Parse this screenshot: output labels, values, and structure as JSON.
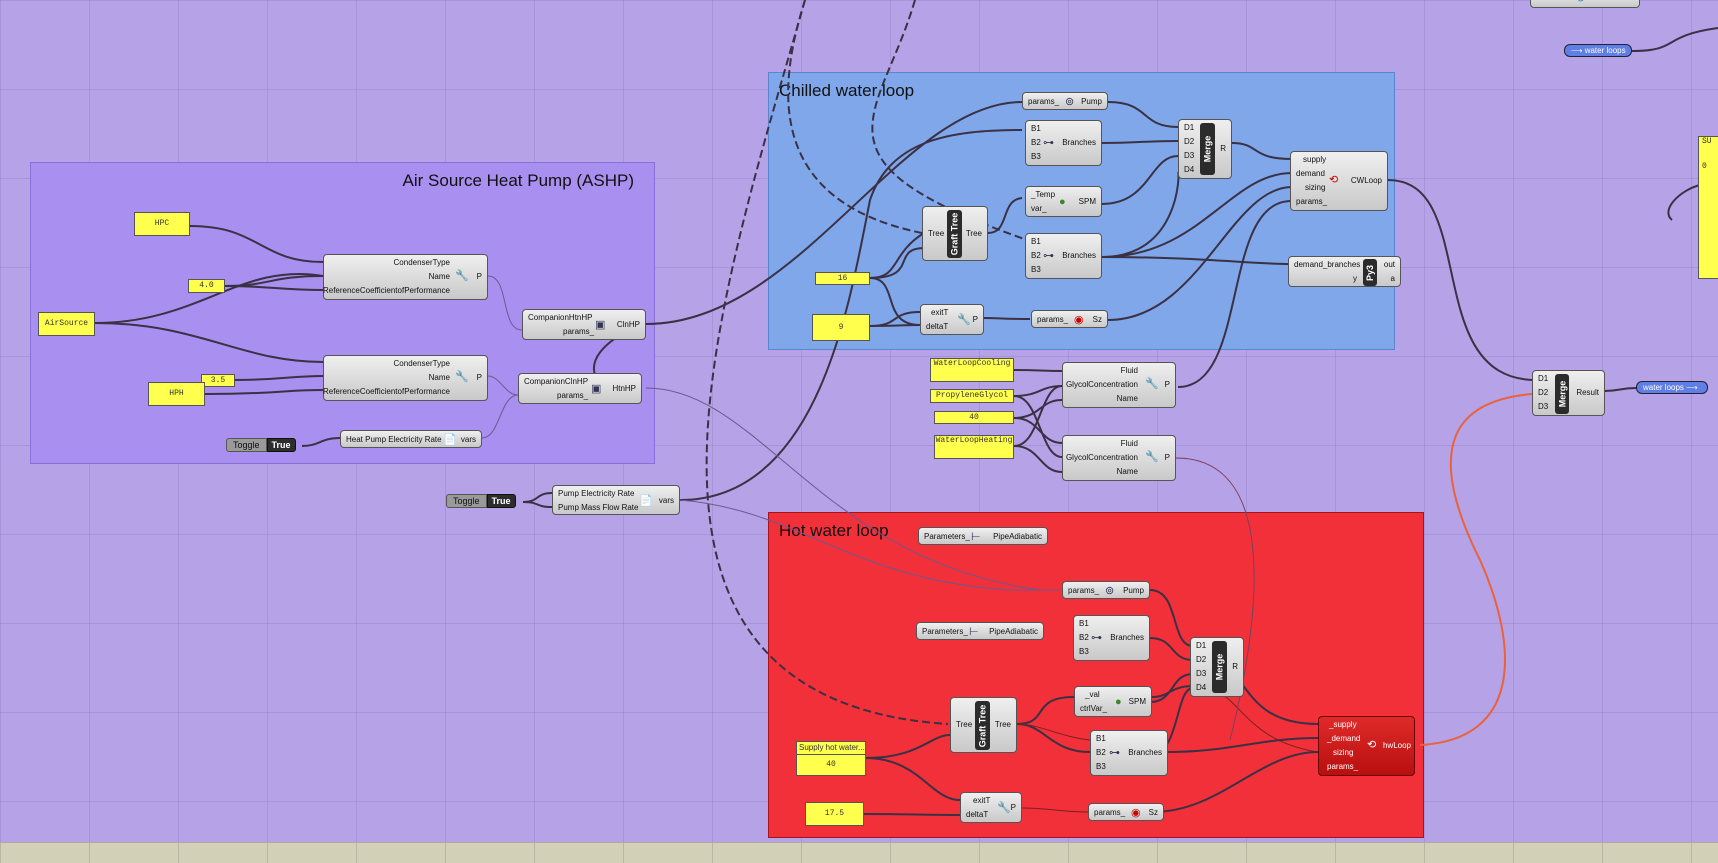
{
  "groups": {
    "ashp": {
      "title": "Air Source Heat Pump (ASHP)",
      "color": "#a98ff0"
    },
    "chw": {
      "title": "Chilled water loop",
      "color": "#7fa7ea"
    },
    "hw": {
      "title": "Hot water loop",
      "color": "#f2303a"
    }
  },
  "panels": {
    "hpc": "HPC",
    "cop_a": "4.0",
    "airsource": "AirSource",
    "val_35": "3.5",
    "hph": "HPH",
    "v16": "16",
    "v9": "9",
    "wl_cooling": "WaterLoopCooling",
    "glycol": "PropyleneGlycol",
    "v40": "40",
    "wl_heating": "WaterLoopHeating",
    "supply_hw_header": "Supply hot water...",
    "supply_hw_value": "40",
    "v175": "17.5"
  },
  "toggles": {
    "t1": {
      "name": "Toggle",
      "value": "True"
    },
    "t2": {
      "name": "Toggle",
      "value": "True"
    }
  },
  "components": {
    "hp_cond1": {
      "inputs": [
        "CondenserType",
        "Name",
        "ReferenceCoefficientofPerformance"
      ],
      "output": "P"
    },
    "hp_cond2": {
      "inputs": [
        "CondenserType",
        "Name",
        "ReferenceCoefficientofPerformance"
      ],
      "output": "P"
    },
    "clnhp": {
      "inputs": [
        "CompanionHtnHP",
        "params_"
      ],
      "output": "ClnHP"
    },
    "htnhp": {
      "inputs": [
        "CompanionClnHP",
        "params_"
      ],
      "output": "HtnHP"
    },
    "hp_vars": {
      "inputs": [
        "Heat Pump Electricity Rate"
      ],
      "output": "vars"
    },
    "pump_vars": {
      "inputs": [
        "Pump Electricity Rate",
        "Pump Mass Flow Rate"
      ],
      "output": "vars"
    },
    "chw_pump": {
      "inputs": [
        "params_"
      ],
      "output": "Pump"
    },
    "chw_branches1": {
      "inputs": [
        "B1",
        "B2",
        "B3"
      ],
      "output": "Branches"
    },
    "chw_graft": {
      "input": "Tree",
      "output": "Tree",
      "label": "Graft Tree"
    },
    "chw_spm": {
      "inputs": [
        "_Temp",
        "var_"
      ],
      "output": "SPM"
    },
    "chw_branches2": {
      "inputs": [
        "B1",
        "B2",
        "B3"
      ],
      "output": "Branches"
    },
    "chw_merge": {
      "inputs": [
        "D1",
        "D2",
        "D3",
        "D4"
      ],
      "output": "R",
      "label": "Merge"
    },
    "cwloop": {
      "inputs": [
        "supply",
        "demand",
        "sizing",
        "params_"
      ],
      "output": "CWLoop"
    },
    "py3": {
      "inputs": [
        "demand_branches",
        "y"
      ],
      "outputs": [
        "out",
        "a"
      ],
      "label": "Py3"
    },
    "chw_sizing": {
      "inputs": [
        "exitT",
        "deltaT"
      ],
      "output": "P"
    },
    "chw_sz": {
      "inputs": [
        "params_"
      ],
      "output": "Sz"
    },
    "fluid1": {
      "inputs": [
        "Fluid",
        "GlycolConcentration",
        "Name"
      ],
      "output": "P"
    },
    "fluid2": {
      "inputs": [
        "Fluid",
        "GlycolConcentration",
        "Name"
      ],
      "output": "P"
    },
    "result_merge": {
      "inputs": [
        "D1",
        "D2",
        "D3"
      ],
      "output": "Result",
      "label": "Merge"
    },
    "hw_pipe1": {
      "inputs": [
        "Parameters_"
      ],
      "output": "PipeAdiabatic"
    },
    "hw_pump": {
      "inputs": [
        "params_"
      ],
      "output": "Pump"
    },
    "hw_pipe2": {
      "inputs": [
        "Parameters_"
      ],
      "output": "PipeAdiabatic"
    },
    "hw_branches1": {
      "inputs": [
        "B1",
        "B2",
        "B3"
      ],
      "output": "Branches"
    },
    "hw_merge": {
      "inputs": [
        "D1",
        "D2",
        "D3",
        "D4"
      ],
      "output": "R",
      "label": "Merge"
    },
    "hw_graft": {
      "input": "Tree",
      "output": "Tree",
      "label": "Graft Tree"
    },
    "hw_spm": {
      "inputs": [
        "_val",
        "ctrlVar_"
      ],
      "output": "SPM"
    },
    "hw_branches2": {
      "inputs": [
        "B1",
        "B2",
        "B3"
      ],
      "output": "Branches"
    },
    "hwloop": {
      "inputs": [
        "_supply",
        "_demand",
        "sizing",
        "params_"
      ],
      "output": "hwLoop"
    },
    "hw_sizing": {
      "inputs": [
        "exitT",
        "deltaT"
      ],
      "output": "P"
    },
    "hw_sz": {
      "inputs": [
        "params_"
      ],
      "output": "Sz"
    }
  },
  "relays": {
    "top": "water loops",
    "right": "water loops"
  },
  "side_panel": {
    "line1": "SU",
    "line2": "0"
  },
  "colors": {
    "canvas": "#b6a2e6",
    "wire": "#3a3145",
    "wire_red": "#e8623c",
    "panel": "#ffff4d"
  }
}
